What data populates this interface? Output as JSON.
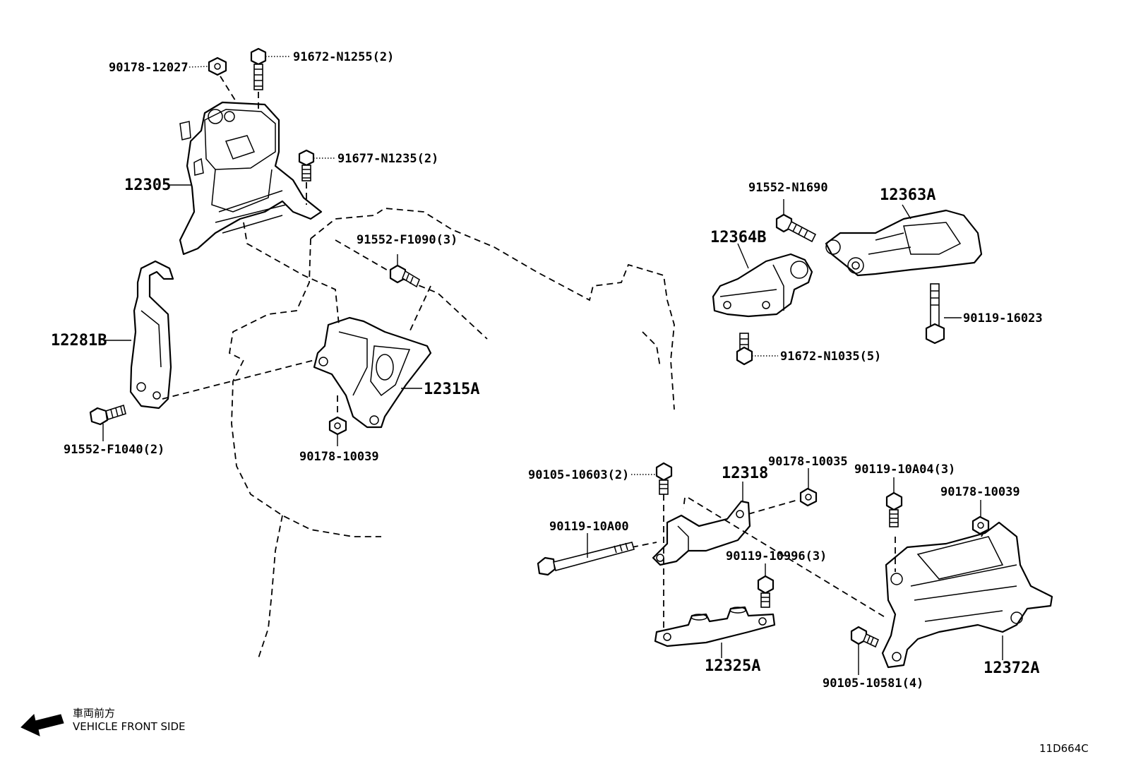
{
  "diagram": {
    "callouts": {
      "p_90178_12027": "90178-12027",
      "p_91672_N1255": "91672-N1255(2)",
      "p_91677_N1235": "91677-N1235(2)",
      "p_12305": "12305",
      "p_12281B": "12281B",
      "p_91552_F1040": "91552-F1040(2)",
      "p_91552_F1090": "91552-F1090(3)",
      "p_12315A": "12315A",
      "p_90178_10039_a": "90178-10039",
      "p_91552_N1690": "91552-N1690",
      "p_12363A": "12363A",
      "p_12364B": "12364B",
      "p_90119_16023": "90119-16023",
      "p_91672_N1035": "91672-N1035(5)",
      "p_90105_10603": "90105-10603(2)",
      "p_12318": "12318",
      "p_90178_10035": "90178-10035",
      "p_90119_10A04": "90119-10A04(3)",
      "p_90178_10039_b": "90178-10039",
      "p_90119_10A00": "90119-10A00",
      "p_90119_10996": "90119-10996(3)",
      "p_12325A": "12325A",
      "p_12372A": "12372A",
      "p_90105_10581": "90105-10581(4)"
    },
    "front_note": {
      "line1": "車両前方",
      "line2": "VEHICLE FRONT SIDE"
    },
    "drawing_code": "11D664C",
    "icons": {
      "direction_arrow": "arrow-left-down-icon"
    }
  }
}
